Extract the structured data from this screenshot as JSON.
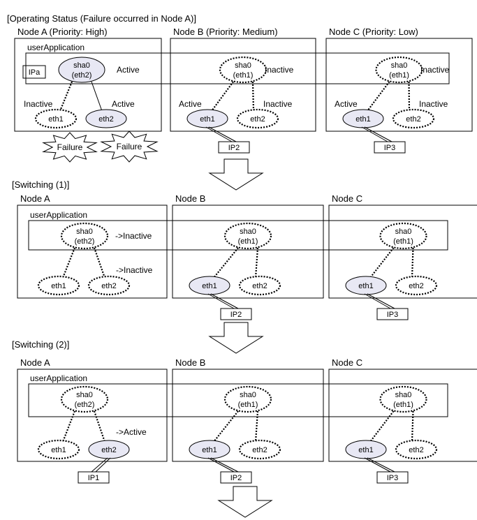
{
  "colors": {
    "fill": "#e8e8f4",
    "stroke": "#000000",
    "background": "#ffffff"
  },
  "sections": [
    {
      "title": "[Operating Status (Failure occurred in Node A)]",
      "nodes": [
        {
          "header": "Node A (Priority: High)",
          "user_app": "userApplication",
          "sha0": [
            "sha0",
            "(eth2)"
          ],
          "sha0_state": "Active",
          "eth_left": "eth1",
          "eth_right": "eth2",
          "left_state": "Inactive",
          "right_state": "Active",
          "left_active": false,
          "right_active": true,
          "ipa": "IPa",
          "failure_left": "Failure",
          "failure_right": "Failure"
        },
        {
          "header": "Node B (Priority: Medium)",
          "sha0": [
            "sha0",
            "(eth1)"
          ],
          "sha0_state": "Inactive",
          "eth_left": "eth1",
          "eth_right": "eth2",
          "left_state": "Active",
          "right_state": "Inactive",
          "left_active": true,
          "right_active": false,
          "ip_box": "IP2"
        },
        {
          "header": "Node C (Priority: Low)",
          "sha0": [
            "sha0",
            "(eth1)"
          ],
          "sha0_state": "Inactive",
          "eth_left": "eth1",
          "eth_right": "eth2",
          "left_state": "Active",
          "right_state": "Inactive",
          "left_active": true,
          "right_active": false,
          "ip_box": "IP3"
        }
      ]
    },
    {
      "title": "[Switching (1)]",
      "nodes": [
        {
          "header": "Node A",
          "user_app": "userApplication",
          "sha0": [
            "sha0",
            "(eth2)"
          ],
          "sha0_state": "->Inactive",
          "eth_left": "eth1",
          "eth_right": "eth2",
          "right_state": "->Inactive",
          "left_active": false,
          "right_active": false
        },
        {
          "header": "Node B",
          "sha0": [
            "sha0",
            "(eth1)"
          ],
          "eth_left": "eth1",
          "eth_right": "eth2",
          "left_active": true,
          "right_active": false,
          "ip_box": "IP2"
        },
        {
          "header": "Node C",
          "sha0": [
            "sha0",
            "(eth1)"
          ],
          "eth_left": "eth1",
          "eth_right": "eth2",
          "left_active": true,
          "right_active": false,
          "ip_box": "IP3"
        }
      ]
    },
    {
      "title": "[Switching (2)]",
      "nodes": [
        {
          "header": "Node A",
          "user_app": "userApplication",
          "sha0": [
            "sha0",
            "(eth2)"
          ],
          "eth_left": "eth1",
          "eth_right": "eth2",
          "right_state": "->Active",
          "left_active": false,
          "right_active": true,
          "ip_box": "IP1",
          "ip_attach": "right"
        },
        {
          "header": "Node B",
          "sha0": [
            "sha0",
            "(eth1)"
          ],
          "eth_left": "eth1",
          "eth_right": "eth2",
          "left_active": true,
          "right_active": false,
          "ip_box": "IP2"
        },
        {
          "header": "Node C",
          "sha0": [
            "sha0",
            "(eth1)"
          ],
          "eth_left": "eth1",
          "eth_right": "eth2",
          "left_active": true,
          "right_active": false,
          "ip_box": "IP3"
        }
      ]
    }
  ]
}
